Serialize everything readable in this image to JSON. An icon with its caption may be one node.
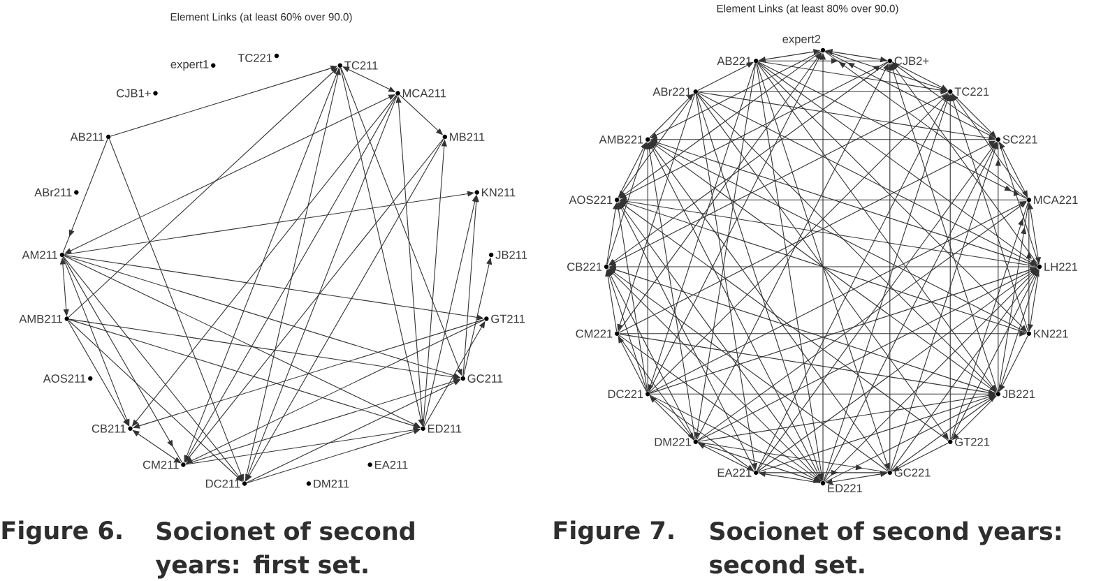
{
  "diagram": {
    "nodes": [
      {
        "text": [
          "TC221"
        ]
      },
      {
        "text": [
          "TC211"
        ]
      },
      {
        "text": [
          "MCA211"
        ]
      },
      {
        "text": [
          "MB211"
        ]
      },
      {
        "text": [
          "KN211"
        ]
      },
      {
        "text": [
          "JB211"
        ]
      },
      {
        "text": [
          "GT211"
        ]
      },
      {
        "text": [
          "GC211"
        ]
      },
      {
        "text": [
          "ED211"
        ]
      },
      {
        "text": [
          "EA211"
        ]
      },
      {
        "text": [
          "DM211"
        ]
      },
      {
        "text": [
          "DC211"
        ]
      },
      {
        "text": [
          "CM211"
        ]
      },
      {
        "text": [
          "CB211"
        ]
      },
      {
        "text": [
          "AOS211"
        ]
      },
      {
        "text": [
          "AMB211"
        ]
      },
      {
        "text": [
          "AM211"
        ]
      },
      {
        "text": [
          "ABr211"
        ]
      },
      {
        "text": [
          "AB211"
        ]
      },
      {
        "text": [
          "CJB1+"
        ]
      },
      {
        "text": [
          "expert1"
        ]
      },
      {
        "text": [
          "expert2"
        ]
      },
      {
        "text": [
          "CJB2+"
        ]
      },
      {
        "text": [
          "TC221"
        ]
      },
      {
        "text": [
          "SC221"
        ]
      },
      {
        "text": [
          "MCA221"
        ]
      },
      {
        "text": [
          "LH221"
        ]
      },
      {
        "text": [
          "KN221"
        ]
      },
      {
        "text": [
          "JB221"
        ]
      },
      {
        "text": [
          "GT221"
        ]
      },
      {
        "text": [
          "GC221"
        ]
      },
      {
        "text": [
          "ED221"
        ]
      },
      {
        "text": [
          "EA221"
        ]
      },
      {
        "text": [
          "DM221"
        ]
      },
      {
        "text": [
          "DC221"
        ]
      },
      {
        "text": [
          "CM221"
        ]
      },
      {
        "text": [
          "CB221"
        ]
      },
      {
        "text": [
          "AOS221"
        ]
      },
      {
        "text": [
          "AMB221"
        ]
      },
      {
        "text": [
          "ABr221"
        ]
      },
      {
        "text": [
          "AB221"
        ]
      }
    ],
    "edges": [
      {
        "from": 18,
        "to": 1,
        "arrow": "to"
      },
      {
        "from": 18,
        "to": 16,
        "arrow": "to"
      },
      {
        "from": 18,
        "to": 11,
        "arrow": "to"
      },
      {
        "from": 16,
        "to": 2,
        "arrow": "both"
      },
      {
        "from": 15,
        "to": 1,
        "arrow": "to"
      },
      {
        "from": 1,
        "to": 2,
        "arrow": "both"
      },
      {
        "from": 2,
        "to": 3,
        "arrow": "to"
      },
      {
        "from": 11,
        "to": 1,
        "arrow": "to"
      },
      {
        "from": 1,
        "to": 12,
        "arrow": "to"
      },
      {
        "from": 1,
        "to": 8,
        "arrow": "to"
      },
      {
        "from": 1,
        "to": 7,
        "arrow": "to"
      },
      {
        "from": 2,
        "to": 13,
        "arrow": "to"
      },
      {
        "from": 2,
        "to": 12,
        "arrow": "to"
      },
      {
        "from": 2,
        "to": 11,
        "arrow": "to"
      },
      {
        "from": 8,
        "to": 2,
        "arrow": "to"
      },
      {
        "from": 8,
        "to": 3,
        "arrow": "to"
      },
      {
        "from": 3,
        "to": 12,
        "arrow": "to"
      },
      {
        "from": 3,
        "to": 11,
        "arrow": "to"
      },
      {
        "from": 16,
        "to": 4,
        "arrow": "to"
      },
      {
        "from": 8,
        "to": 4,
        "arrow": "to"
      },
      {
        "from": 7,
        "to": 4,
        "arrow": "to"
      },
      {
        "from": 7,
        "to": 5,
        "arrow": "to"
      },
      {
        "from": 16,
        "to": 6,
        "arrow": "to"
      },
      {
        "from": 6,
        "to": 13,
        "arrow": "to"
      },
      {
        "from": 6,
        "to": 12,
        "arrow": "to"
      },
      {
        "from": 8,
        "to": 6,
        "arrow": "to"
      },
      {
        "from": 16,
        "to": 7,
        "arrow": "to"
      },
      {
        "from": 16,
        "to": 8,
        "arrow": "to"
      },
      {
        "from": 16,
        "to": 15,
        "arrow": "both"
      },
      {
        "from": 16,
        "to": 13,
        "arrow": "to"
      },
      {
        "from": 16,
        "to": 12,
        "arrow": "to"
      },
      {
        "from": 16,
        "to": 11,
        "arrow": "to"
      },
      {
        "from": 15,
        "to": 7,
        "arrow": "to"
      },
      {
        "from": 15,
        "to": 8,
        "arrow": "to"
      },
      {
        "from": 15,
        "to": 13,
        "arrow": "to"
      },
      {
        "from": 15,
        "to": 11,
        "arrow": "to"
      },
      {
        "from": 13,
        "to": 12,
        "arrow": "both"
      },
      {
        "from": 12,
        "to": 8,
        "arrow": "to"
      },
      {
        "from": 12,
        "to": 7,
        "arrow": "to"
      },
      {
        "from": 11,
        "to": 8,
        "arrow": "to"
      },
      {
        "from": 11,
        "to": 7,
        "arrow": "to"
      },
      {
        "from": 21,
        "to": 22,
        "arrow": "both"
      },
      {
        "from": 22,
        "to": 23,
        "arrow": "to"
      },
      {
        "from": 23,
        "to": 24,
        "arrow": "to"
      },
      {
        "from": 24,
        "to": 25,
        "arrow": "both"
      },
      {
        "from": 25,
        "to": 26,
        "arrow": "both"
      },
      {
        "from": 26,
        "to": 27,
        "arrow": "to"
      },
      {
        "from": 27,
        "to": 28,
        "arrow": "to"
      },
      {
        "from": 28,
        "to": 29,
        "arrow": "to"
      },
      {
        "from": 29,
        "to": 30,
        "arrow": "to"
      },
      {
        "from": 30,
        "to": 31,
        "arrow": "both"
      },
      {
        "from": 31,
        "to": 32,
        "arrow": "to"
      },
      {
        "from": 32,
        "to": 33,
        "arrow": "to"
      },
      {
        "from": 33,
        "to": 34,
        "arrow": "to"
      },
      {
        "from": 34,
        "to": 35,
        "arrow": "to"
      },
      {
        "from": 35,
        "to": 36,
        "arrow": "to"
      },
      {
        "from": 36,
        "to": 37,
        "arrow": "to"
      },
      {
        "from": 37,
        "to": 38,
        "arrow": "to"
      },
      {
        "from": 38,
        "to": 39,
        "arrow": "to"
      },
      {
        "from": 39,
        "to": 40,
        "arrow": "to"
      },
      {
        "from": 40,
        "to": 21,
        "arrow": "both"
      },
      {
        "from": 40,
        "to": 22,
        "arrow": "to"
      },
      {
        "from": 40,
        "to": 23,
        "arrow": "to"
      },
      {
        "from": 40,
        "to": 25,
        "arrow": "to"
      },
      {
        "from": 40,
        "to": 26,
        "arrow": "to"
      },
      {
        "from": 40,
        "to": 27,
        "arrow": "to"
      },
      {
        "from": 40,
        "to": 28,
        "arrow": "to"
      },
      {
        "from": 40,
        "to": 30,
        "arrow": "to"
      },
      {
        "from": 40,
        "to": 31,
        "arrow": "to"
      },
      {
        "from": 40,
        "to": 33,
        "arrow": "to"
      },
      {
        "from": 40,
        "to": 34,
        "arrow": "to"
      },
      {
        "from": 39,
        "to": 23,
        "arrow": "to"
      },
      {
        "from": 39,
        "to": 24,
        "arrow": "to"
      },
      {
        "from": 39,
        "to": 26,
        "arrow": "to"
      },
      {
        "from": 39,
        "to": 28,
        "arrow": "to"
      },
      {
        "from": 39,
        "to": 29,
        "arrow": "to"
      },
      {
        "from": 39,
        "to": 31,
        "arrow": "to"
      },
      {
        "from": 39,
        "to": 32,
        "arrow": "to"
      },
      {
        "from": 39,
        "to": 35,
        "arrow": "to"
      },
      {
        "from": 39,
        "to": 37,
        "arrow": "to"
      },
      {
        "from": 24,
        "to": 38,
        "arrow": "to"
      },
      {
        "from": 26,
        "to": 38,
        "arrow": "to"
      },
      {
        "from": 27,
        "to": 38,
        "arrow": "to"
      },
      {
        "from": 28,
        "to": 38,
        "arrow": "to"
      },
      {
        "from": 30,
        "to": 38,
        "arrow": "to"
      },
      {
        "from": 31,
        "to": 38,
        "arrow": "to"
      },
      {
        "from": 33,
        "to": 38,
        "arrow": "to"
      },
      {
        "from": 34,
        "to": 38,
        "arrow": "to"
      },
      {
        "from": 36,
        "to": 38,
        "arrow": "to"
      },
      {
        "from": 21,
        "to": 38,
        "arrow": "to"
      },
      {
        "from": 25,
        "to": 37,
        "arrow": "to"
      },
      {
        "from": 21,
        "to": 37,
        "arrow": "to"
      },
      {
        "from": 22,
        "to": 37,
        "arrow": "to"
      },
      {
        "from": 26,
        "to": 37,
        "arrow": "to"
      },
      {
        "from": 27,
        "to": 37,
        "arrow": "to"
      },
      {
        "from": 29,
        "to": 37,
        "arrow": "to"
      },
      {
        "from": 31,
        "to": 37,
        "arrow": "to"
      },
      {
        "from": 32,
        "to": 37,
        "arrow": "to"
      },
      {
        "from": 34,
        "to": 37,
        "arrow": "to"
      },
      {
        "from": 26,
        "to": 36,
        "arrow": "to"
      },
      {
        "from": 22,
        "to": 36,
        "arrow": "to"
      },
      {
        "from": 23,
        "to": 36,
        "arrow": "to"
      },
      {
        "from": 28,
        "to": 36,
        "arrow": "to"
      },
      {
        "from": 30,
        "to": 36,
        "arrow": "to"
      },
      {
        "from": 31,
        "to": 36,
        "arrow": "to"
      },
      {
        "from": 33,
        "to": 36,
        "arrow": "to"
      },
      {
        "from": 34,
        "to": 36,
        "arrow": "to"
      },
      {
        "from": 35,
        "to": 21,
        "arrow": "to"
      },
      {
        "from": 35,
        "to": 24,
        "arrow": "to"
      },
      {
        "from": 35,
        "to": 27,
        "arrow": "to"
      },
      {
        "from": 35,
        "to": 28,
        "arrow": "to"
      },
      {
        "from": 35,
        "to": 31,
        "arrow": "to"
      },
      {
        "from": 35,
        "to": 33,
        "arrow": "to"
      },
      {
        "from": 34,
        "to": 28,
        "arrow": "to"
      },
      {
        "from": 34,
        "to": 21,
        "arrow": "to"
      },
      {
        "from": 34,
        "to": 23,
        "arrow": "to"
      },
      {
        "from": 34,
        "to": 25,
        "arrow": "to"
      },
      {
        "from": 34,
        "to": 26,
        "arrow": "to"
      },
      {
        "from": 34,
        "to": 32,
        "arrow": "to"
      },
      {
        "from": 34,
        "to": 31,
        "arrow": "to"
      },
      {
        "from": 33,
        "to": 22,
        "arrow": "to"
      },
      {
        "from": 33,
        "to": 25,
        "arrow": "to"
      },
      {
        "from": 33,
        "to": 26,
        "arrow": "to"
      },
      {
        "from": 33,
        "to": 28,
        "arrow": "to"
      },
      {
        "from": 33,
        "to": 30,
        "arrow": "to"
      },
      {
        "from": 33,
        "to": 31,
        "arrow": "to"
      },
      {
        "from": 32,
        "to": 23,
        "arrow": "to"
      },
      {
        "from": 32,
        "to": 24,
        "arrow": "to"
      },
      {
        "from": 32,
        "to": 26,
        "arrow": "to"
      },
      {
        "from": 32,
        "to": 28,
        "arrow": "to"
      },
      {
        "from": 32,
        "to": 30,
        "arrow": "to"
      },
      {
        "from": 31,
        "to": 21,
        "arrow": "to"
      },
      {
        "from": 31,
        "to": 24,
        "arrow": "to"
      },
      {
        "from": 31,
        "to": 26,
        "arrow": "to"
      },
      {
        "from": 31,
        "to": 28,
        "arrow": "to"
      },
      {
        "from": 31,
        "to": 23,
        "arrow": "to"
      },
      {
        "from": 30,
        "to": 22,
        "arrow": "to"
      },
      {
        "from": 30,
        "to": 24,
        "arrow": "to"
      },
      {
        "from": 30,
        "to": 26,
        "arrow": "to"
      },
      {
        "from": 30,
        "to": 28,
        "arrow": "to"
      },
      {
        "from": 29,
        "to": 23,
        "arrow": "to"
      },
      {
        "from": 29,
        "to": 25,
        "arrow": "to"
      },
      {
        "from": 29,
        "to": 26,
        "arrow": "to"
      },
      {
        "from": 28,
        "to": 24,
        "arrow": "to"
      },
      {
        "from": 28,
        "to": 25,
        "arrow": "to"
      },
      {
        "from": 28,
        "to": 26,
        "arrow": "to"
      },
      {
        "from": 28,
        "to": 22,
        "arrow": "to"
      },
      {
        "from": 27,
        "to": 25,
        "arrow": "to"
      },
      {
        "from": 27,
        "to": 23,
        "arrow": "to"
      },
      {
        "from": 26,
        "to": 24,
        "arrow": "to"
      },
      {
        "from": 26,
        "to": 22,
        "arrow": "to"
      },
      {
        "from": 25,
        "to": 23,
        "arrow": "to"
      },
      {
        "from": 25,
        "to": 21,
        "arrow": "to"
      },
      {
        "from": 24,
        "to": 22,
        "arrow": "to"
      },
      {
        "from": 24,
        "to": 21,
        "arrow": "to"
      },
      {
        "from": 23,
        "to": 21,
        "arrow": "to"
      }
    ],
    "labels": [
      "Element Links (at least 60% over 90.0)",
      "Element Links (at least 80% over 90.0)",
      "Figure 6.",
      "Socionet of second years: first set.",
      "Figure 7.",
      "Socionet of second years: second set."
    ]
  }
}
